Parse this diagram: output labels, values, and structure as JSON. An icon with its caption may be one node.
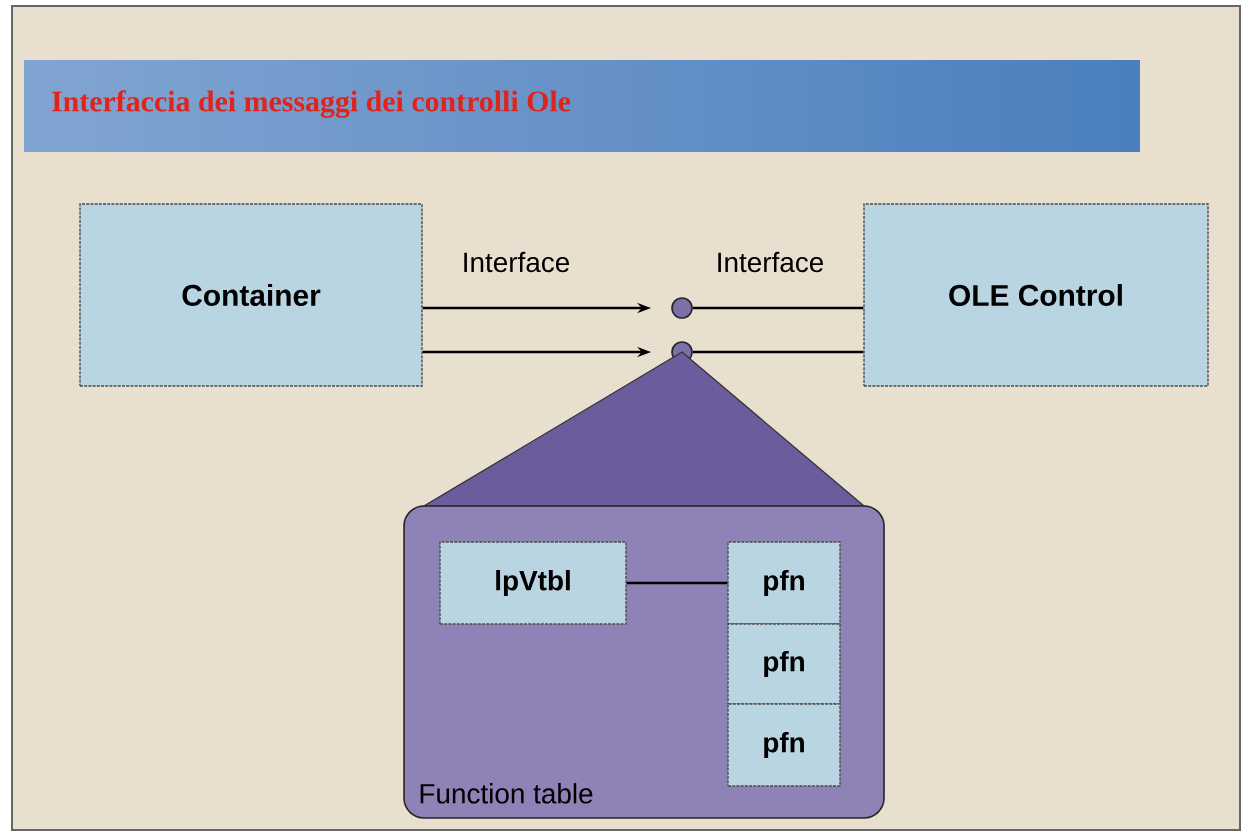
{
  "diagram": {
    "title": "Interfaccia dei messaggi dei controlli Ole",
    "nodes": [
      {
        "text": [
          "Container"
        ]
      },
      {
        "text": [
          "OLE Control"
        ]
      },
      {
        "text": [],
        "shape": "circle"
      },
      {
        "text": [],
        "shape": "circle"
      },
      {
        "text": [
          "Function table"
        ]
      },
      {
        "text": [
          "lpVtbl"
        ],
        "in": 4
      },
      {
        "text": [
          "pfn"
        ],
        "in": 4
      },
      {
        "text": [
          "pfn"
        ],
        "in": 4
      },
      {
        "text": [
          "pfn"
        ],
        "in": 4
      }
    ],
    "edges": [
      {
        "from": 0,
        "to": 2,
        "arrow": "to",
        "label": "Interface"
      },
      {
        "from": 0,
        "to": 3,
        "arrow": "to"
      },
      {
        "from": 2,
        "to": 1,
        "arrow": "none",
        "label": "Interface"
      },
      {
        "from": 3,
        "to": 1,
        "arrow": "none"
      },
      {
        "from": 5,
        "to": 6,
        "arrow": "none"
      }
    ]
  }
}
